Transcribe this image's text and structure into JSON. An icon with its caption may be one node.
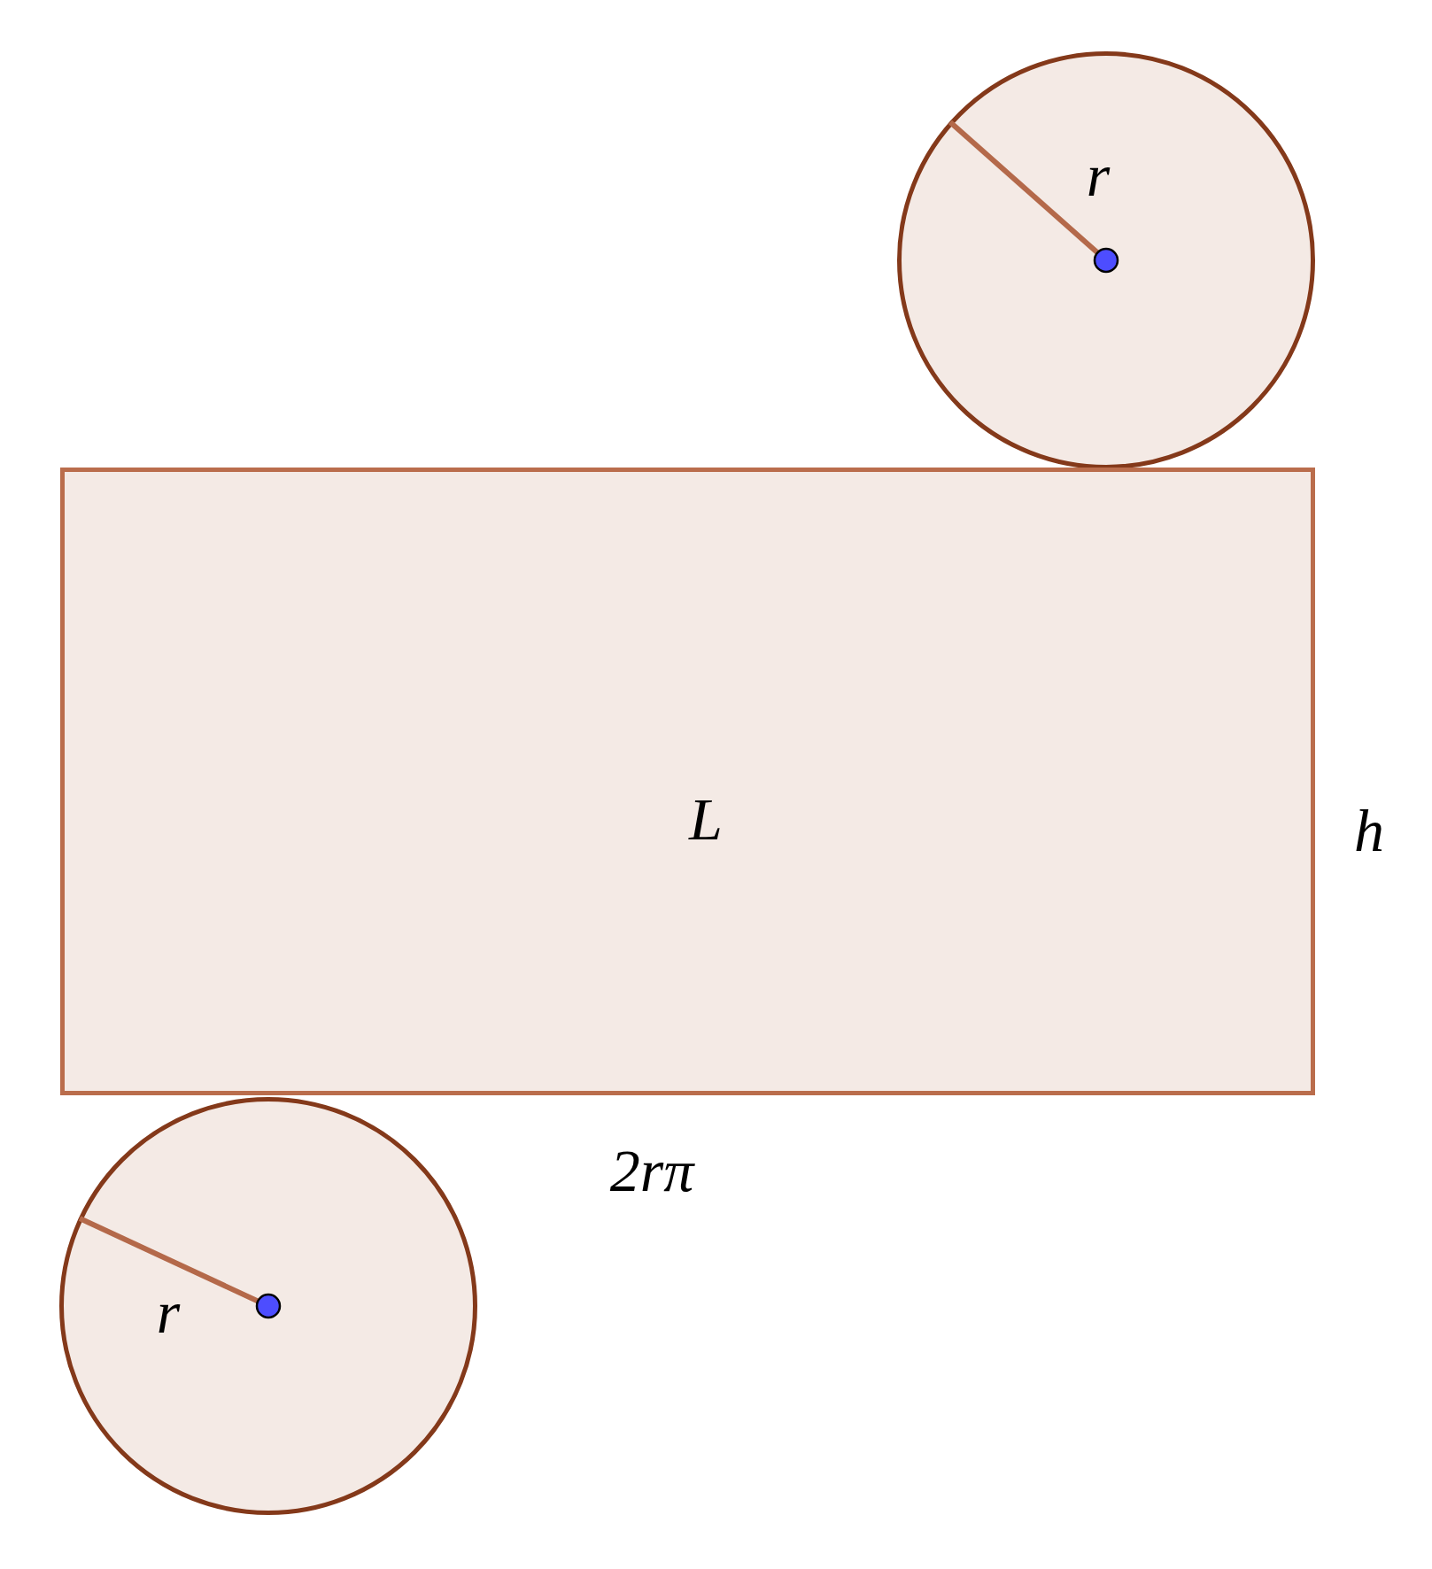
{
  "diagram": {
    "nodes": [
      {
        "text": [
          "r"
        ]
      },
      {
        "text": [
          "L"
        ],
        "beside": [
          "h",
          "2rπ"
        ]
      },
      {
        "text": [
          "r"
        ]
      }
    ]
  }
}
